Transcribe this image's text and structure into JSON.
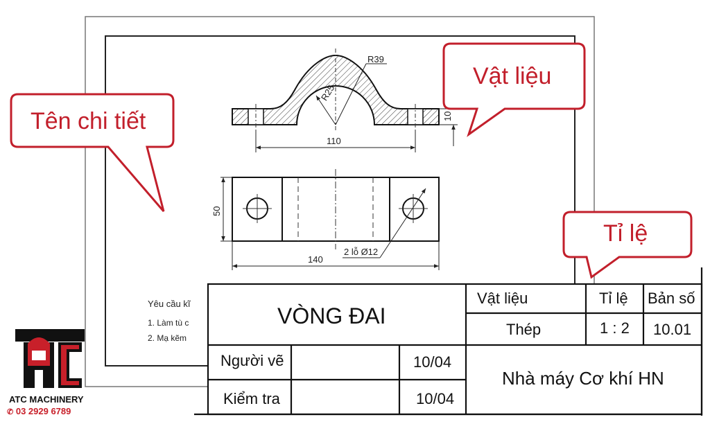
{
  "callouts": {
    "part_name": "Tên chi tiết",
    "material": "Vật liệu",
    "scale": "Tỉ lệ"
  },
  "drawing": {
    "dimensions": {
      "r_outer": "R39",
      "r_inner": "R25",
      "thickness": "10",
      "width_top": "110",
      "height": "50",
      "length": "140",
      "holes": "2 lỗ Ø12"
    },
    "requirements": {
      "title": "Yêu cầu kĩ",
      "item1": "1. Làm tù c",
      "item2": "2. Mạ kẽm"
    }
  },
  "title_block": {
    "part_name": "VÒNG ĐAI",
    "material_label": "Vật liệu",
    "material_value": "Thép",
    "scale_label": "Tỉ lệ",
    "scale_value": "1 : 2",
    "sheet_label": "Bản số",
    "sheet_value": "10.01",
    "drawn_by_label": "Người vẽ",
    "drawn_date": "10/04",
    "checked_by_label": "Kiểm tra",
    "checked_date": "10/04",
    "company": "Nhà máy Cơ khí HN"
  },
  "brand": {
    "name": "ATC MACHINERY",
    "phone": "03 2929 6789",
    "color": "#c8202a"
  }
}
